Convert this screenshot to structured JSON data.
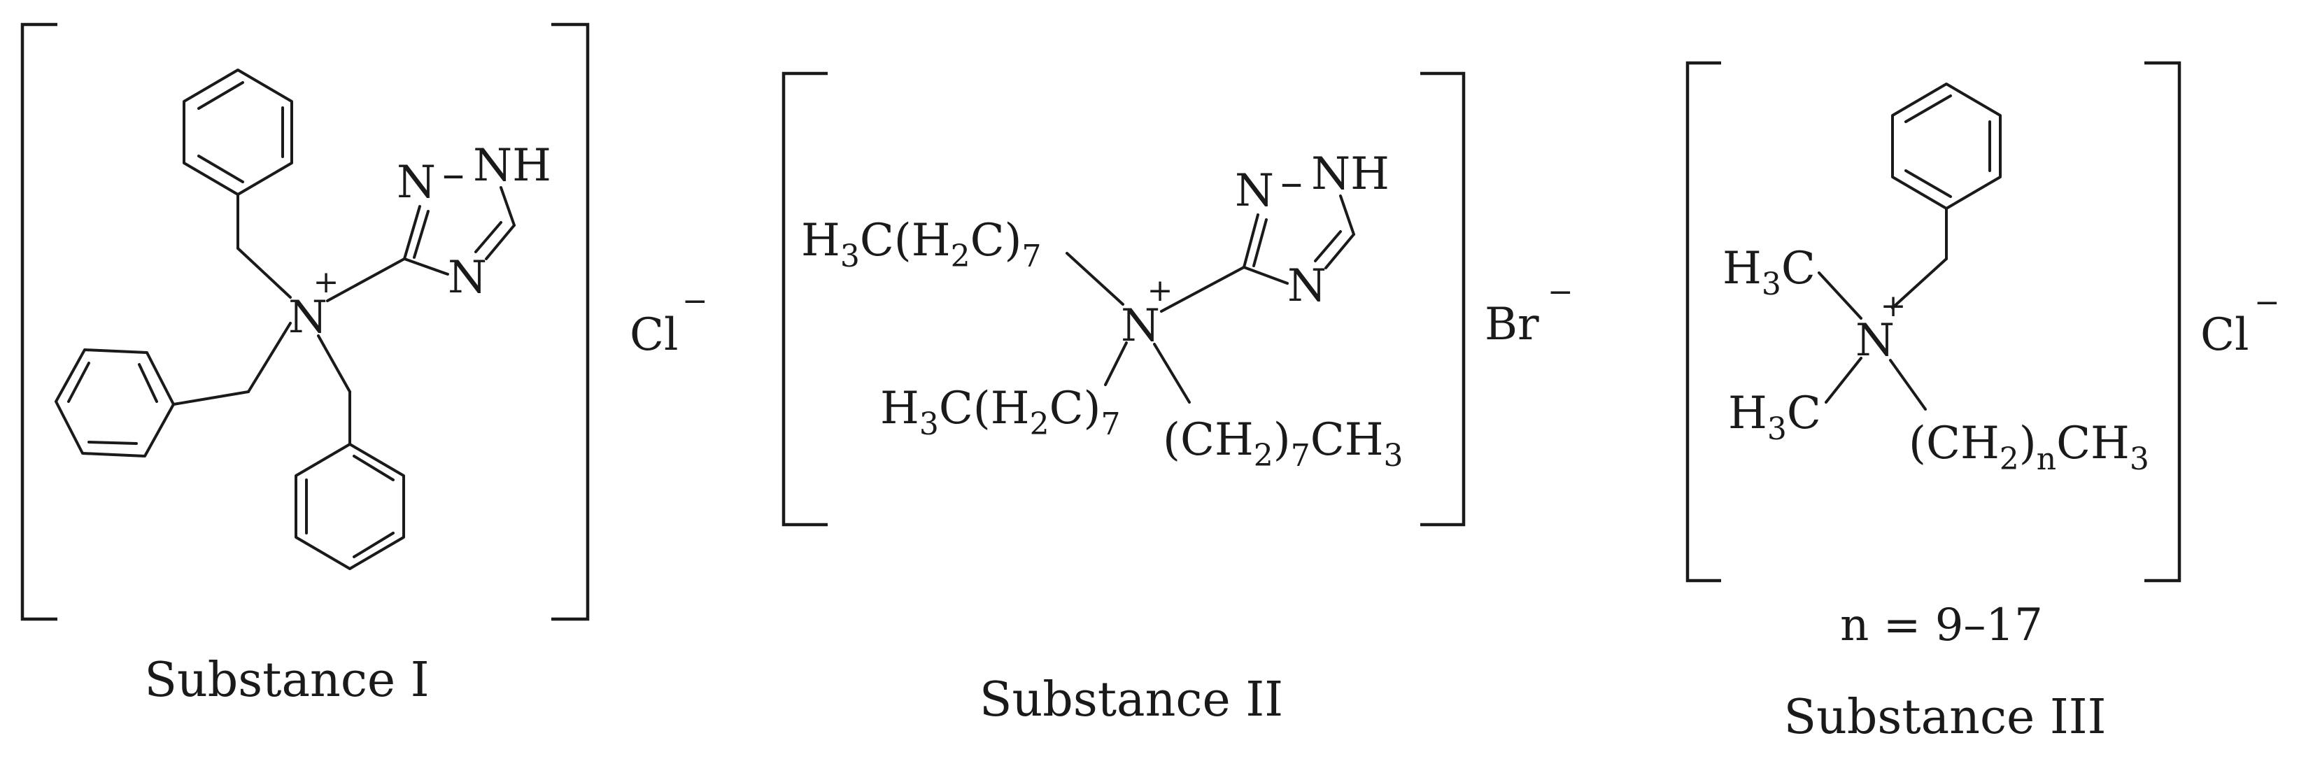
{
  "substances": [
    {
      "caption": "Substance I",
      "counterion": "Cl",
      "counterion_charge": "−",
      "nitrogen": "N",
      "nitrogen_charge": "+",
      "triazole_n1": "N",
      "triazole_nh": "NH",
      "triazole_n3": "N",
      "triazole_dash": "–"
    },
    {
      "caption": "Substance II",
      "counterion": "Br",
      "counterion_charge": "−",
      "nitrogen": "N",
      "nitrogen_charge": "+",
      "triazole_n1": "N",
      "triazole_nh": "NH",
      "triazole_n3": "N",
      "triazole_dash": "–",
      "chain_top": {
        "a": "H",
        "b": "3",
        "c": "C(H",
        "d": "2",
        "e": "C)",
        "f": "7"
      },
      "chain_left": {
        "a": "H",
        "b": "3",
        "c": "C(H",
        "d": "2",
        "e": "C)",
        "f": "7"
      },
      "chain_right": {
        "a": "(CH",
        "b": "2",
        "c": ")",
        "d": "7",
        "e": "CH",
        "f": "3"
      }
    },
    {
      "caption": "Substance III",
      "counterion": "Cl",
      "counterion_charge": "−",
      "nitrogen": "N",
      "nitrogen_charge": "+",
      "methyl_top": {
        "a": "H",
        "b": "3",
        "c": "C"
      },
      "methyl_bottom": {
        "a": "H",
        "b": "3",
        "c": "C"
      },
      "chain": {
        "a": "(CH",
        "b": "2",
        "c": ")",
        "d": "n",
        "e": "CH",
        "f": "3"
      },
      "range_note": "n = 9–17"
    }
  ]
}
